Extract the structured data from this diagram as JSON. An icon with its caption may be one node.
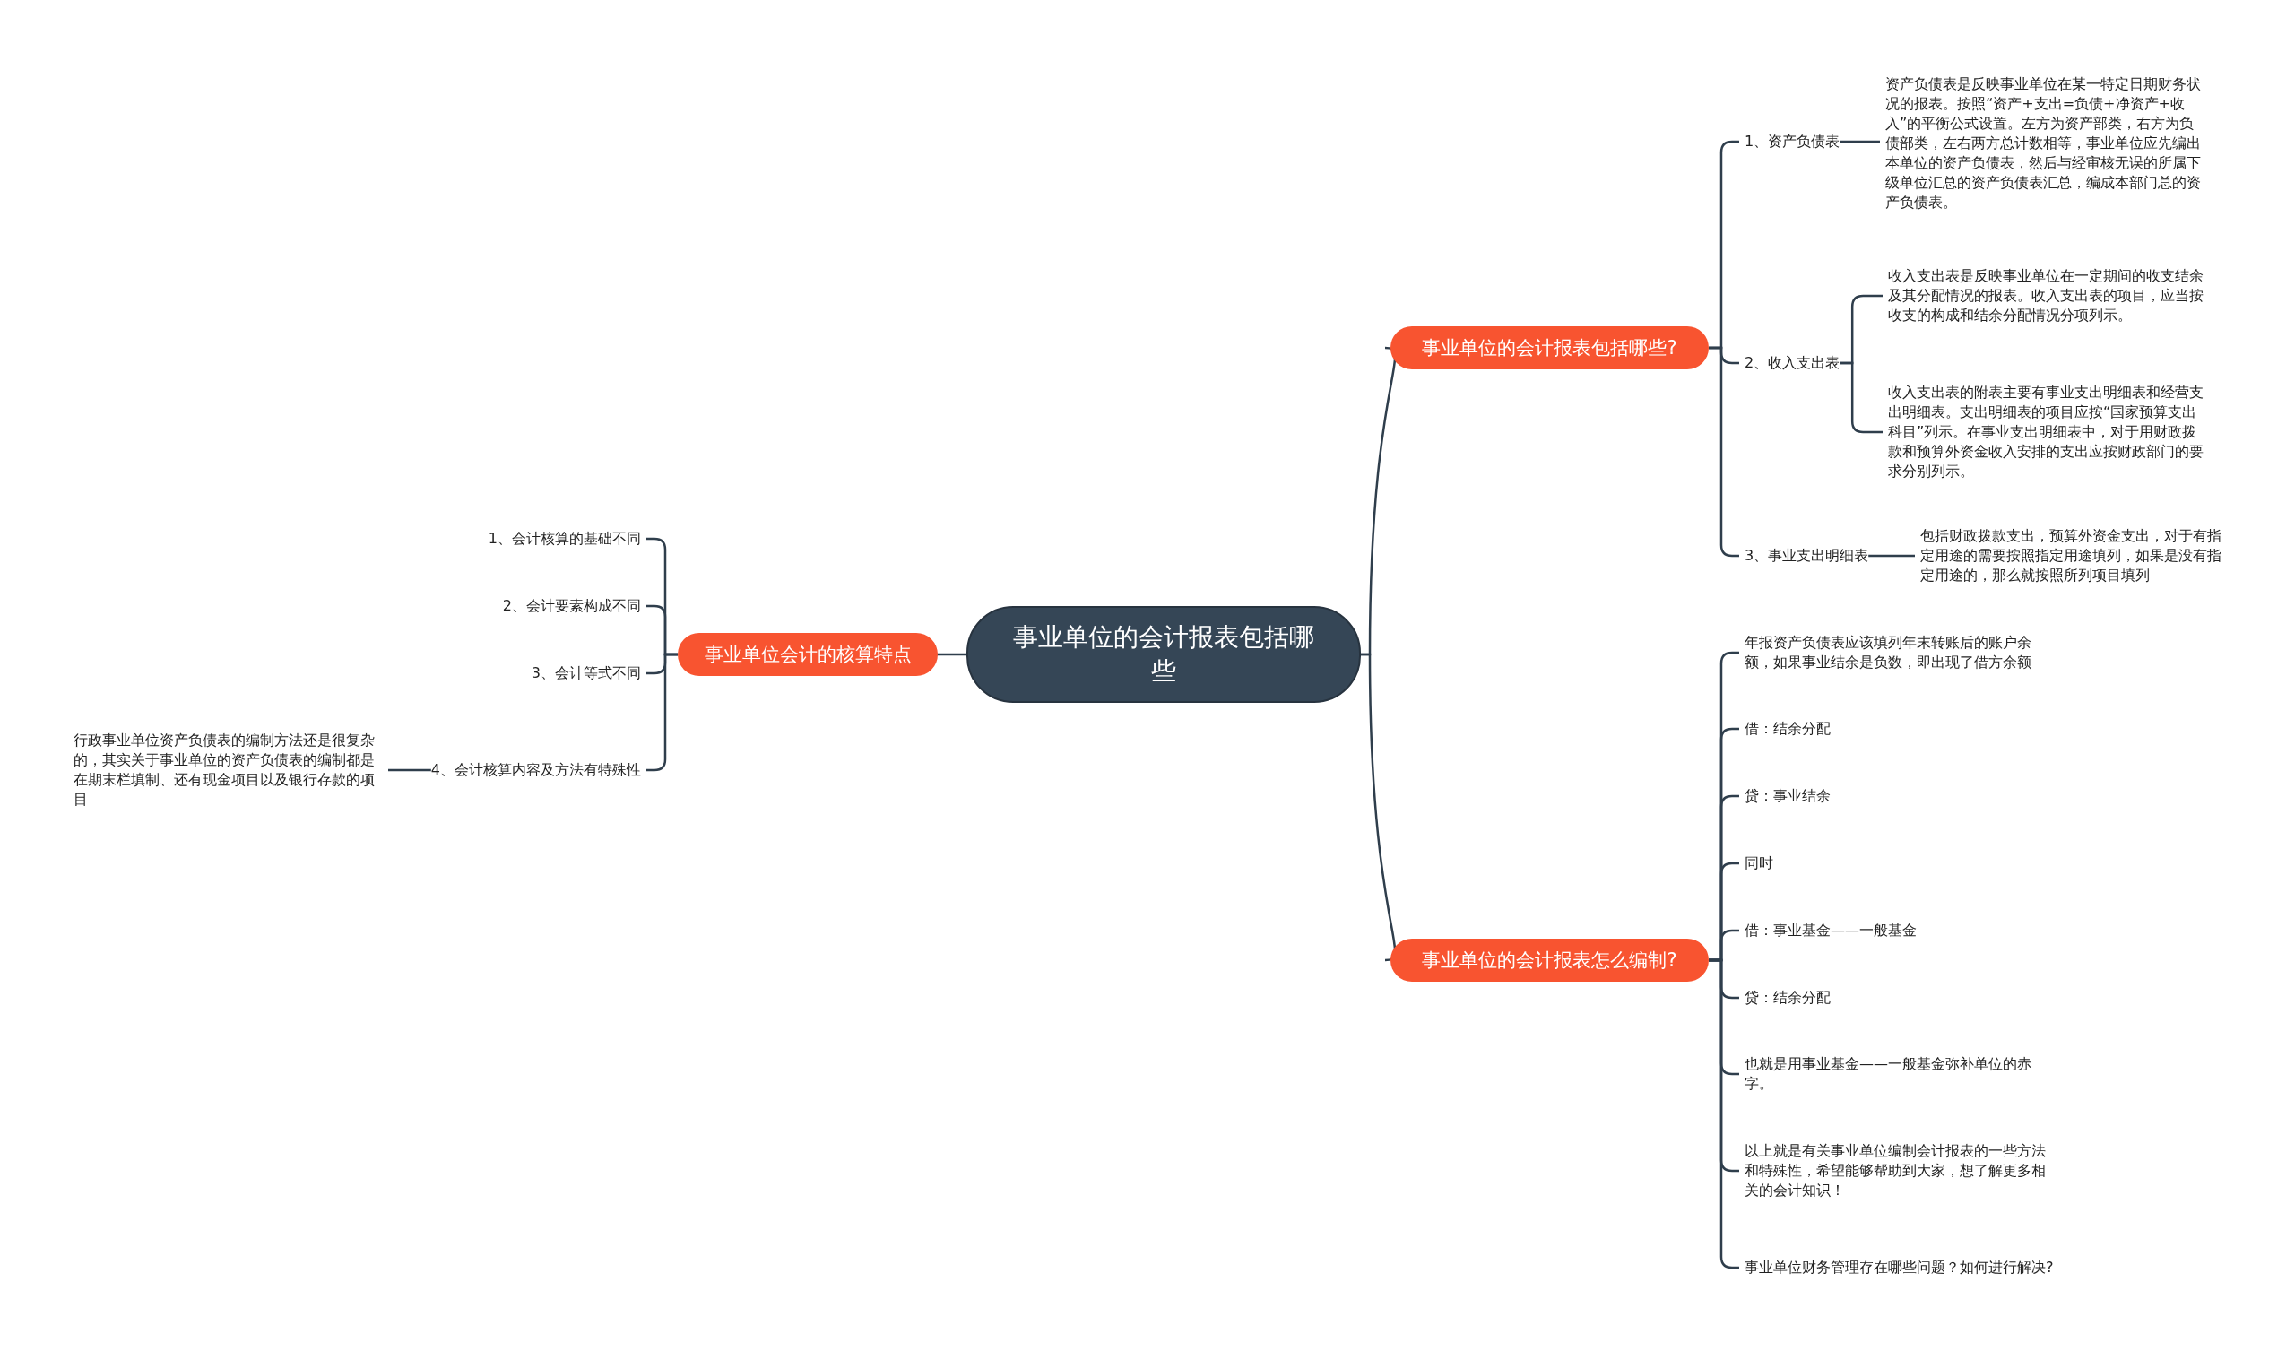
{
  "diagram": {
    "nodes": [
      {
        "text": [
          "事业单位的会计报表包括哪些"
        ]
      },
      {
        "text": [
          "事业单位的会计报表包括哪些?"
        ]
      },
      {
        "text": [
          "1、资产负债表"
        ]
      },
      {
        "text": [
          "资产负债表是反映事业单位在某一特定日期财务状况的报表。按照“资产+支出=负债+净资产+收入”的平衡公式设置。左方为资产部类，右方为负债部类，左右两方总计数相等，事业单位应先编出本单位的资产负债表，然后与经审核无误的所属下级单位汇总的资产负债表汇总，编成本部门总的资产负债表。"
        ]
      },
      {
        "text": [
          "2、收入支出表"
        ]
      },
      {
        "text": [
          "收入支出表是反映事业单位在一定期间的收支结余及其分配情况的报表。收入支出表的项目，应当按收支的构成和结余分配情况分项列示。"
        ]
      },
      {
        "text": [
          "收入支出表的附表主要有事业支出明细表和经营支出明细表。支出明细表的项目应按“国家预算支出科目”列示。在事业支出明细表中，对于用财政拨款和预算外资金收入安排的支出应按财政部门的要求分别列示。"
        ]
      },
      {
        "text": [
          "3、事业支出明细表"
        ]
      },
      {
        "text": [
          "包括财政拨款支出，预算外资金支出，对于有指定用途的需要按照指定用途填列，如果是没有指定用途的，那么就按照所列项目填列"
        ]
      },
      {
        "text": [
          "事业单位的会计报表怎么编制?"
        ]
      },
      {
        "text": [
          "年报资产负债表应该填列年末转账后的账户余额，如果事业结余是负数，即出现了借方余额"
        ]
      },
      {
        "text": [
          "借：结余分配"
        ]
      },
      {
        "text": [
          "贷：事业结余"
        ]
      },
      {
        "text": [
          "同时"
        ]
      },
      {
        "text": [
          "借：事业基金——一般基金"
        ]
      },
      {
        "text": [
          "贷：结余分配"
        ]
      },
      {
        "text": [
          "也就是用事业基金——一般基金弥补单位的赤字。"
        ]
      },
      {
        "text": [
          "以上就是有关事业单位编制会计报表的一些方法和特殊性，希望能够帮助到大家，想了解更多相关的会计知识！"
        ]
      },
      {
        "text": [
          "事业单位财务管理存在哪些问题？如何进行解决?"
        ]
      },
      {
        "text": [
          "事业单位会计的核算特点"
        ]
      },
      {
        "text": [
          "1、会计核算的基础不同"
        ]
      },
      {
        "text": [
          "2、会计要素构成不同"
        ]
      },
      {
        "text": [
          "3、会计等式不同"
        ]
      },
      {
        "text": [
          "4、会计核算内容及方法有特殊性"
        ]
      },
      {
        "text": [
          "行政事业单位资产负债表的编制方法还是很复杂的，其实关于事业单位的资产负债表的编制都是在期末栏填制、还有现金项目以及银行存款的项目"
        ]
      }
    ],
    "edges": [
      {
        "from": 0,
        "to": 1,
        "arrow": "none"
      },
      {
        "from": 1,
        "to": 2,
        "arrow": "none"
      },
      {
        "from": 2,
        "to": 3,
        "arrow": "none"
      },
      {
        "from": 1,
        "to": 4,
        "arrow": "none"
      },
      {
        "from": 4,
        "to": 5,
        "arrow": "none"
      },
      {
        "from": 4,
        "to": 6,
        "arrow": "none"
      },
      {
        "from": 1,
        "to": 7,
        "arrow": "none"
      },
      {
        "from": 7,
        "to": 8,
        "arrow": "none"
      },
      {
        "from": 0,
        "to": 9,
        "arrow": "none"
      },
      {
        "from": 9,
        "to": 10,
        "arrow": "none"
      },
      {
        "from": 9,
        "to": 11,
        "arrow": "none"
      },
      {
        "from": 9,
        "to": 12,
        "arrow": "none"
      },
      {
        "from": 9,
        "to": 13,
        "arrow": "none"
      },
      {
        "from": 9,
        "to": 14,
        "arrow": "none"
      },
      {
        "from": 9,
        "to": 15,
        "arrow": "none"
      },
      {
        "from": 9,
        "to": 16,
        "arrow": "none"
      },
      {
        "from": 9,
        "to": 17,
        "arrow": "none"
      },
      {
        "from": 9,
        "to": 18,
        "arrow": "none"
      },
      {
        "from": 0,
        "to": 19,
        "arrow": "none"
      },
      {
        "from": 19,
        "to": 20,
        "arrow": "none"
      },
      {
        "from": 19,
        "to": 21,
        "arrow": "none"
      },
      {
        "from": 19,
        "to": 22,
        "arrow": "none"
      },
      {
        "from": 19,
        "to": 23,
        "arrow": "none"
      },
      {
        "from": 23,
        "to": 24,
        "arrow": "none"
      }
    ]
  }
}
